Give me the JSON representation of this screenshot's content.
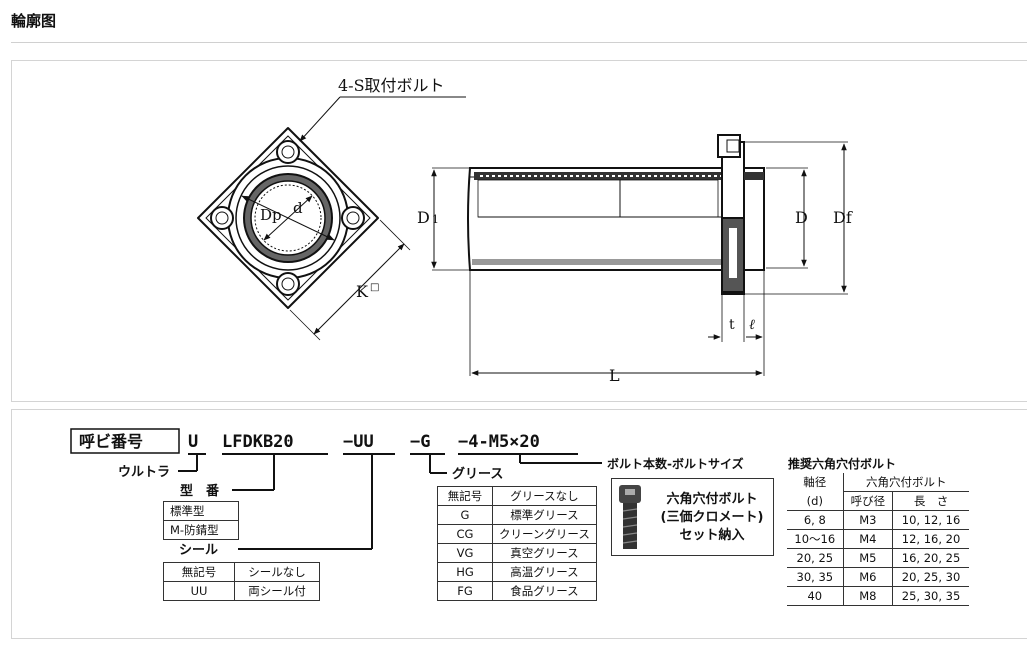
{
  "page_title": "輪廓图",
  "drawing": {
    "bolt_callout": "4-S取付ボルト",
    "labels": {
      "dp": "Dp",
      "d_small": "d",
      "k": "K",
      "k_mark": "□",
      "d1": "D",
      "d1_sub": "1",
      "d": "D",
      "df": "Df",
      "t": "t",
      "ell": "ℓ",
      "l": "L"
    }
  },
  "part_number": {
    "heading": "呼ビ番号",
    "parts": {
      "u": "U",
      "model": "LFDKB20",
      "seal": "−UU",
      "grease": "−G",
      "bolt": "−4-M5×20"
    },
    "ultra_label": "ウルトラ",
    "type_label": "型　番",
    "type_rows": [
      "標準型",
      "M-防錆型"
    ],
    "seal_label": "シール",
    "seal_rows": [
      [
        "無記号",
        "シールなし"
      ],
      [
        "UU",
        "両シール付"
      ]
    ],
    "grease_label": "グリース",
    "grease_rows": [
      [
        "無記号",
        "グリースなし"
      ],
      [
        "G",
        "標準グリース"
      ],
      [
        "CG",
        "クリーングリース"
      ],
      [
        "VG",
        "真空グリース"
      ],
      [
        "HG",
        "高温グリース"
      ],
      [
        "FG",
        "食品グリース"
      ]
    ],
    "bolt_label": "ボルト本数-ボルトサイズ",
    "bolt_box": [
      "六角穴付ボルト",
      "(三価クロメート)",
      "セット納入"
    ]
  },
  "recommended_bolts": {
    "title": "推奨六角穴付ボルト",
    "header1": [
      "軸径",
      "六角穴付ボルト"
    ],
    "header2": [
      "(d)",
      "呼び径",
      "長　さ"
    ],
    "rows": [
      [
        "6, 8",
        "M3",
        "10, 12, 16"
      ],
      [
        "10〜16",
        "M4",
        "12, 16, 20"
      ],
      [
        "20, 25",
        "M5",
        "16, 20, 25"
      ],
      [
        "30, 35",
        "M6",
        "20, 25, 30"
      ],
      [
        "40",
        "M8",
        "25, 30, 35"
      ]
    ]
  }
}
